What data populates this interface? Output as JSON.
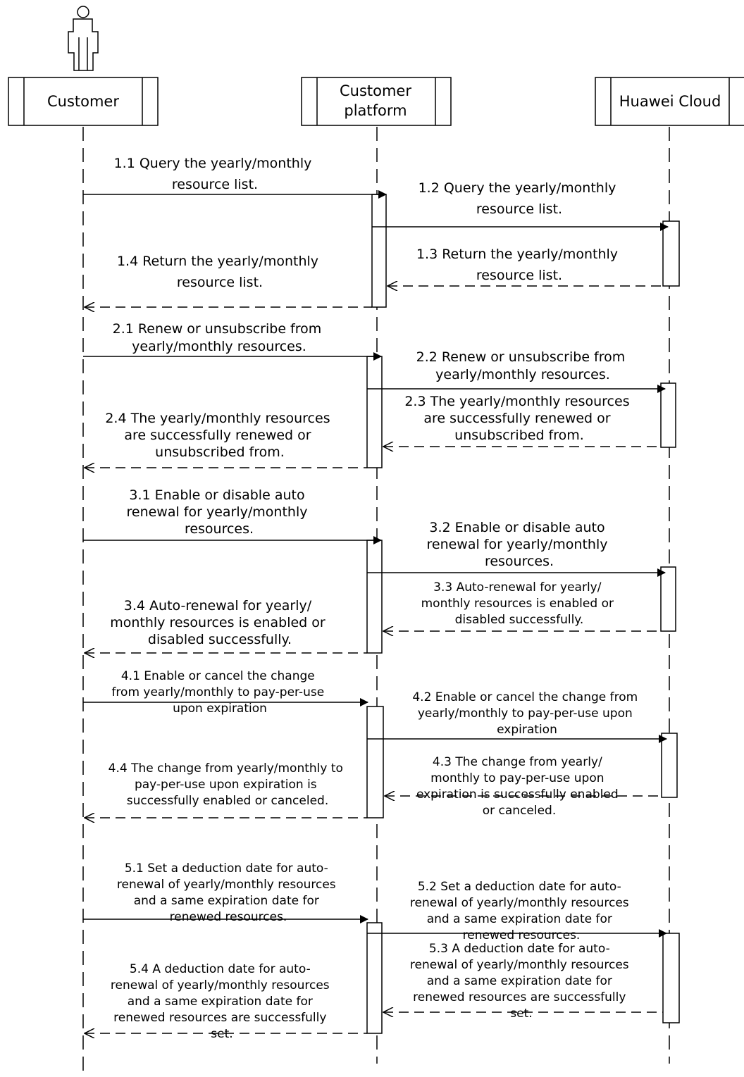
{
  "actors": {
    "customer": "Customer",
    "platform": [
      "Customer",
      "platform"
    ],
    "cloud": "Huawei Cloud"
  },
  "messages": {
    "m1_1": [
      "1.1 Query the yearly/monthly",
      "resource list."
    ],
    "m1_2": [
      "1.2 Query the yearly/monthly",
      "resource list."
    ],
    "m1_3": [
      "1.3 Return the yearly/monthly",
      "resource list."
    ],
    "m1_4": [
      "1.4 Return the yearly/monthly",
      "resource list."
    ],
    "m2_1": [
      "2.1 Renew or unsubscribe from",
      "yearly/monthly resources."
    ],
    "m2_2": [
      "2.2 Renew or unsubscribe from",
      "yearly/monthly resources."
    ],
    "m2_3": [
      "2.3 The yearly/monthly resources",
      "are successfully renewed or",
      "unsubscribed from."
    ],
    "m2_4": [
      "2.4 The yearly/monthly resources",
      "are successfully renewed or",
      "unsubscribed from."
    ],
    "m3_1": [
      "3.1 Enable or disable auto",
      "renewal for yearly/monthly",
      "resources."
    ],
    "m3_2": [
      "3.2 Enable or disable auto",
      "renewal for yearly/monthly",
      "resources."
    ],
    "m3_3": [
      "3.3 Auto-renewal for yearly/",
      "monthly resources is enabled or",
      "disabled successfully."
    ],
    "m3_4": [
      "3.4 Auto-renewal for yearly/",
      "monthly resources is enabled or",
      "disabled successfully."
    ],
    "m4_1": [
      "4.1 Enable or cancel the change",
      "from yearly/monthly to pay-per-use",
      "upon expiration"
    ],
    "m4_2": [
      "4.2 Enable or cancel the change from",
      "yearly/monthly to pay-per-use upon",
      "expiration"
    ],
    "m4_3": [
      "4.3 The change from yearly/",
      "monthly to pay-per-use upon",
      "expiration is successfully enabled",
      "or canceled."
    ],
    "m4_4": [
      "4.4 The change from yearly/monthly to",
      "pay-per-use upon expiration is",
      "successfully enabled or canceled."
    ],
    "m5_1": [
      "5.1 Set a deduction date for auto-",
      "renewal of yearly/monthly resources",
      "and a same expiration date for",
      "renewed resources."
    ],
    "m5_2": [
      "5.2 Set a deduction date for auto-",
      "renewal of yearly/monthly resources",
      "and a same expiration date for",
      "renewed resources."
    ],
    "m5_3": [
      "5.3 A deduction date for auto-",
      "renewal of yearly/monthly resources",
      "and a same expiration date for",
      "renewed resources are successfully",
      "set."
    ],
    "m5_4": [
      "5.4 A deduction date for auto-",
      "renewal of yearly/monthly resources",
      "and a same expiration date for",
      "renewed resources are successfully",
      "set."
    ]
  }
}
